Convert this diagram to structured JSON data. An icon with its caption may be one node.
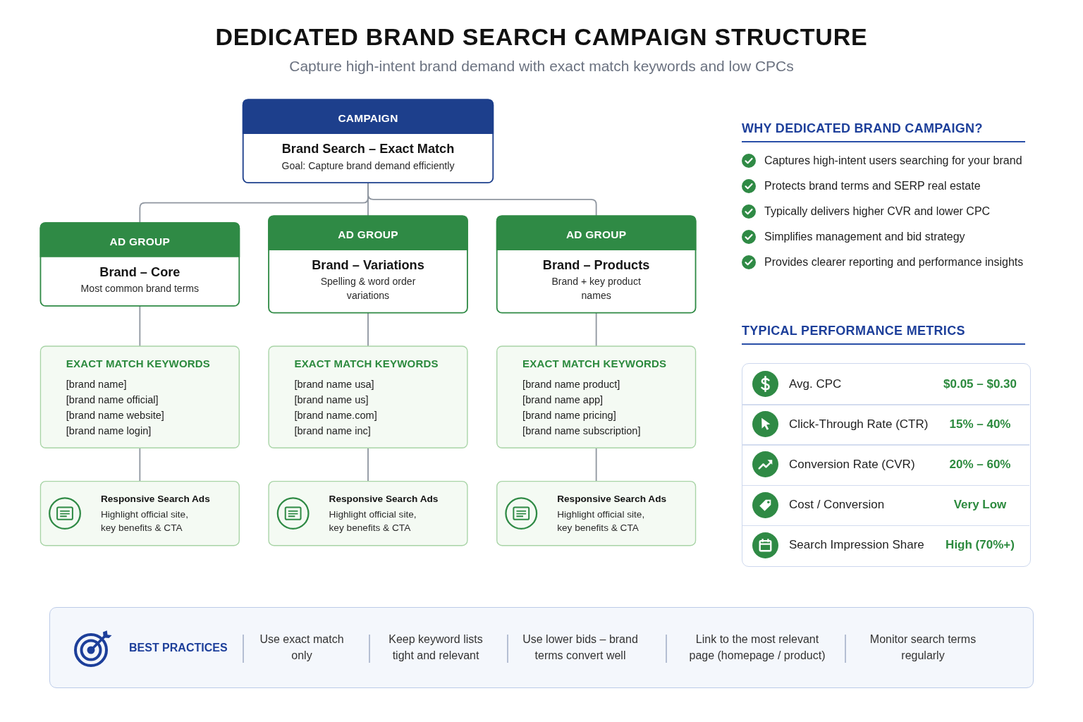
{
  "diagram": {
    "title": "DEDICATED BRAND SEARCH CAMPAIGN STRUCTURE",
    "nodes": [
      {
        "text": [
          "CAMPAIGN",
          "Brand Search – Exact Match",
          "Goal: Capture brand demand efficiently"
        ]
      },
      {
        "text": [
          "AD GROUP",
          "Brand – Core",
          "Most common brand terms"
        ]
      },
      {
        "text": [
          "AD GROUP",
          "Brand – Variations",
          "Spelling & word order variations"
        ]
      },
      {
        "text": [
          "AD GROUP",
          "Brand – Products",
          "Brand + key product names"
        ]
      },
      {
        "text": [
          "EXACT MATCH KEYWORDS",
          "[brand name]",
          "[brand name official]",
          "[brand name website]",
          "[brand name login]"
        ]
      },
      {
        "text": [
          "EXACT MATCH KEYWORDS",
          "[brand name usa]",
          "[brand name us]",
          "[brand name.com]",
          "[brand name inc]"
        ]
      },
      {
        "text": [
          "EXACT MATCH KEYWORDS",
          "[brand name product]",
          "[brand name app]",
          "[brand name pricing]",
          "[brand name subscription]"
        ]
      },
      {
        "text": [
          "Responsive Search Ads",
          "Highlight official site, key benefits & CTA"
        ]
      },
      {
        "text": [
          "Responsive Search Ads",
          "Highlight official site, key benefits & CTA"
        ]
      },
      {
        "text": [
          "Responsive Search Ads",
          "Highlight official site, key benefits & CTA"
        ]
      }
    ],
    "edges": [
      {
        "from": 0,
        "to": 1,
        "arrow": "none"
      },
      {
        "from": 0,
        "to": 2,
        "arrow": "none"
      },
      {
        "from": 0,
        "to": 3,
        "arrow": "none"
      },
      {
        "from": 1,
        "to": 4,
        "arrow": "none"
      },
      {
        "from": 2,
        "to": 5,
        "arrow": "none"
      },
      {
        "from": 3,
        "to": 6,
        "arrow": "none"
      },
      {
        "from": 4,
        "to": 7,
        "arrow": "none"
      },
      {
        "from": 5,
        "to": 8,
        "arrow": "none"
      },
      {
        "from": 6,
        "to": 9,
        "arrow": "none"
      }
    ],
    "labels": [
      "Capture high-intent brand demand with exact match keywords and low CPCs",
      "WHY DEDICATED BRAND CAMPAIGN?",
      "Captures high-intent users searching for your brand",
      "Protects brand terms and SERP real estate",
      "Typically delivers higher CVR and lower CPC",
      "Simplifies management and bid strategy",
      "Provides clearer reporting and performance insights",
      "TYPICAL PERFORMANCE METRICS",
      "Avg. CPC",
      "$0.05 – $0.30",
      "Click-Through Rate (CTR)",
      "15% – 40%",
      "Conversion Rate (CVR)",
      "20% – 60%",
      "Cost / Conversion",
      "Very Low",
      "Search Impression Share",
      "High (70%+)",
      "BEST PRACTICES",
      "Use exact match only",
      "Keep keyword lists tight and relevant",
      "Use lower bids – brand terms convert well",
      "Link to the most relevant page (homepage / product)",
      "Monitor search terms regularly"
    ]
  }
}
